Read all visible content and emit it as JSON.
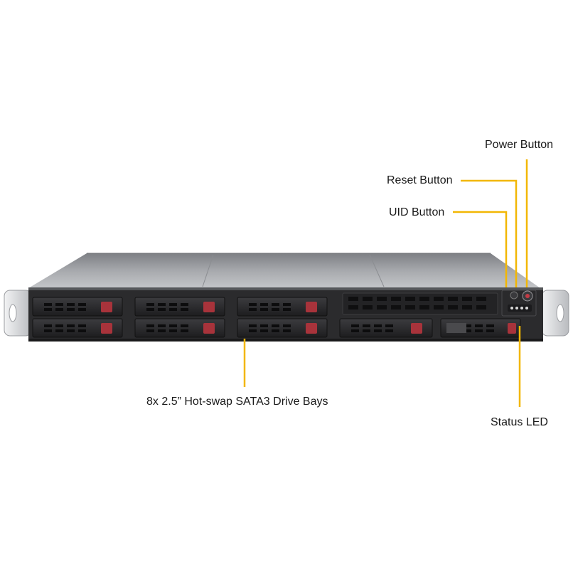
{
  "labels": {
    "power_button": "Power Button",
    "reset_button": "Reset Button",
    "uid_button": "UID Button",
    "drive_bays": "8x 2.5” Hot-swap SATA3 Drive Bays",
    "status_led": "Status LED"
  },
  "colors": {
    "leader_line": "#f2b705",
    "drive_latch": "#a8333b",
    "chassis_front": "#2b2b2d",
    "chassis_top": "#9c9ea2",
    "rack_ear": "#d4d6d9"
  },
  "drive_bay_count": 8
}
